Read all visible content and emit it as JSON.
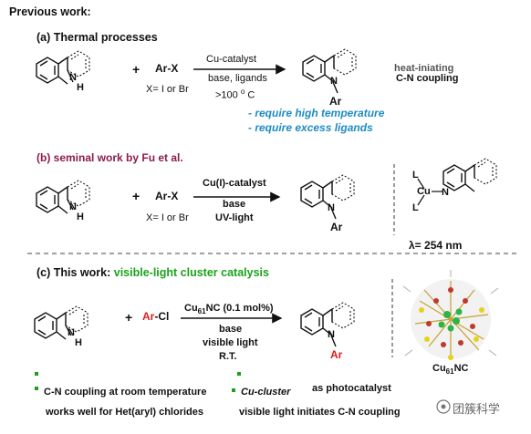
{
  "previous_work_heading": "Previous work:",
  "section_a": {
    "title": "(a) Thermal processes",
    "plus": "+",
    "reagent": "Ar-X",
    "reagent_note": "X= I or Br",
    "catalyst": "Cu-catalyst",
    "conditions_1": "base, ligands",
    "conditions_2": ">100",
    "degree": "o",
    "conditions_unit": "C",
    "product_label": "Ar",
    "side_text_1": "heat-iniating",
    "side_text_2": "C-N coupling",
    "drawback_1": "- require high temperature",
    "drawback_2": "- require excess ligands"
  },
  "section_b": {
    "title": "(b) seminal work by Fu et al.",
    "plus": "+",
    "reagent": "Ar-X",
    "reagent_note": "X= I or Br",
    "catalyst": "Cu(I)-catalyst",
    "conditions_1": "base",
    "conditions_2": "UV-light",
    "product_label": "Ar",
    "complex_ligand_top": "L",
    "complex_metal": "Cu",
    "complex_ligand_bottom": "L",
    "wavelength": "λ= 254 nm"
  },
  "section_c": {
    "title_prefix": "(c) This work:",
    "title_highlight": "visible-light cluster catalysis",
    "plus": "+",
    "reagent_ar": "Ar",
    "reagent_cl": "-Cl",
    "catalyst_prefix": "Cu",
    "catalyst_sub": "61",
    "catalyst_suffix": "NC (0.1 mol%)",
    "conditions_1": "base",
    "conditions_2": "visible light",
    "conditions_3": "R.T.",
    "product_label": "Ar",
    "cluster_prefix": "Cu",
    "cluster_sub": "61",
    "cluster_suffix": "NC",
    "bullet_1": "C-N coupling at room temperature",
    "bullet_2": "works well for Het(aryl) chlorides",
    "bullet_3": "Cu-cluster",
    "bullet_3_tail": "as photocatalyst",
    "bullet_4": "visible light initiates C-N coupling"
  },
  "atom_labels": {
    "nh": "N",
    "h": "H",
    "n": "N"
  },
  "watermark": "团簇科学",
  "colors": {
    "blue": "#1e8bc3",
    "purple": "#8b1c4e",
    "green": "#1aa31a",
    "red": "#e01e1e"
  }
}
